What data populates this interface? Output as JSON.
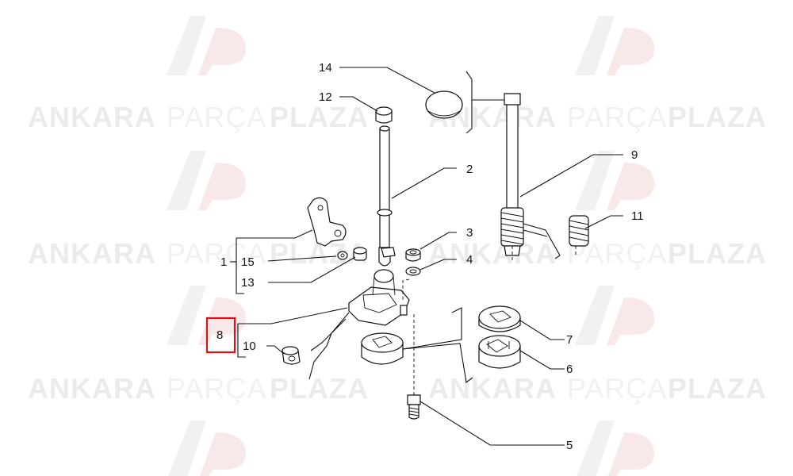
{
  "watermark": {
    "word1": "ANKARA",
    "word2": "PARÇA",
    "word3": "PLAZA",
    "logo": "AP",
    "color_dark": "#ebebeb",
    "color_light": "#f3f3f3",
    "color_red": "#f6dede"
  },
  "callouts": {
    "c1": "1",
    "c2": "2",
    "c3": "3",
    "c4": "4",
    "c5": "5",
    "c6": "6",
    "c7": "7",
    "c8": "8",
    "c9": "9",
    "c10": "10",
    "c11": "11",
    "c12": "12",
    "c13": "13",
    "c14": "14",
    "c15": "15"
  },
  "highlight": {
    "label": "8",
    "color": "#d8141a"
  }
}
